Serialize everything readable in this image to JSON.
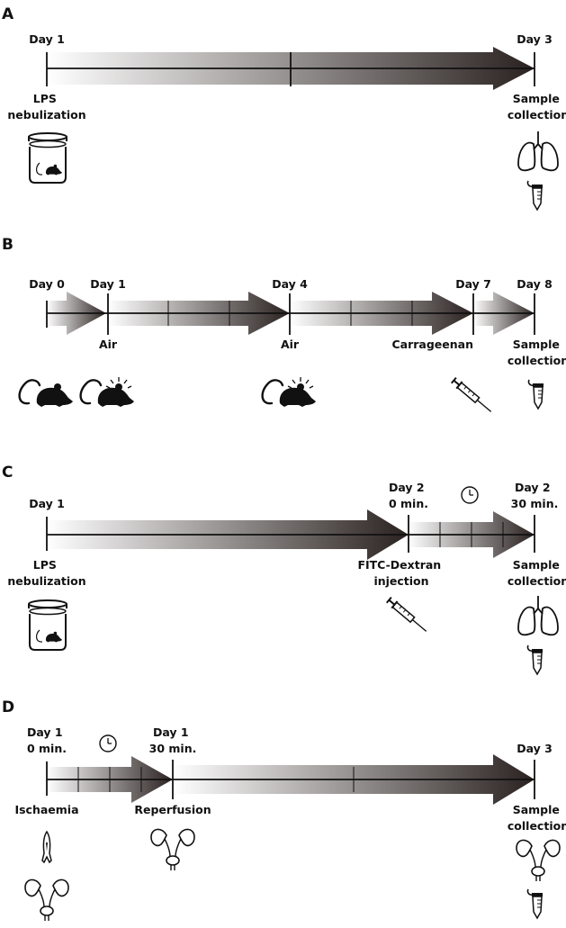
{
  "colors": {
    "ink": "#111111",
    "arrow_dark": "#2a2220",
    "arrow_light": "#ffffff",
    "background": "#ffffff"
  },
  "panels": {
    "a": {
      "letter": "A",
      "day_start": "Day 1",
      "day_end": "Day 3",
      "event_start": [
        "LPS",
        "nebulization"
      ],
      "event_end": [
        "Sample",
        "collection"
      ],
      "icons": [
        "nebulization-jar-icon",
        "mouse-icon",
        "lungs-icon",
        "tube-icon"
      ]
    },
    "b": {
      "letter": "B",
      "days": [
        "Day 0",
        "Day 1",
        "Day 4",
        "Day 7",
        "Day 8"
      ],
      "events": {
        "air_1": "Air",
        "air_2": "Air",
        "carrageenan": "Carrageenan",
        "sample": [
          "Sample",
          "collection"
        ]
      },
      "icons": [
        "mouse-icon",
        "mouse-air-icon",
        "syringe-icon",
        "tube-icon"
      ]
    },
    "c": {
      "letter": "C",
      "day_start": "Day 1",
      "day_mid": [
        "Day 2",
        "0 min."
      ],
      "day_end": [
        "Day 2",
        "30 min."
      ],
      "event_start": [
        "LPS",
        "nebulization"
      ],
      "event_mid": [
        "FITC-Dextran",
        "injection"
      ],
      "event_end": [
        "Sample",
        "collection"
      ],
      "icons": [
        "clock-icon",
        "nebulization-jar-icon",
        "mouse-icon",
        "syringe-icon",
        "lungs-icon",
        "tube-icon"
      ]
    },
    "d": {
      "letter": "D",
      "day_start": [
        "Day 1",
        "0 min."
      ],
      "day_mid": [
        "Day 1",
        "30 min."
      ],
      "day_end": "Day 3",
      "event_start": "Ischaemia",
      "event_mid": "Reperfusion",
      "event_end": [
        "Sample",
        "collection"
      ],
      "icons": [
        "clock-icon",
        "clamp-icon",
        "kidneys-icon",
        "tube-icon"
      ]
    }
  }
}
